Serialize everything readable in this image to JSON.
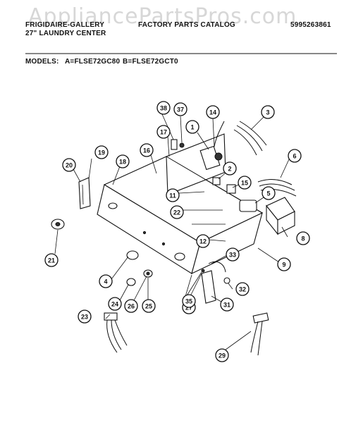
{
  "watermark": "AppliancePartsPros.com",
  "header": {
    "brand_line1": "FRIGIDAIRE-GALLERY",
    "brand_line2": "27\" LAUNDRY CENTER",
    "catalog_title": "FACTORY PARTS CATALOG",
    "catalog_number": "5995263861",
    "models_label": "MODELS:",
    "model_a": "A=FLSE72GC80",
    "model_b": "B=FLSE72GCT0"
  },
  "callouts": [
    "1",
    "2",
    "3",
    "4",
    "5",
    "6",
    "8",
    "9",
    "11",
    "12",
    "14",
    "15",
    "16",
    "17",
    "18",
    "19",
    "20",
    "21",
    "22",
    "23",
    "24",
    "25",
    "26",
    "27",
    "29",
    "31",
    "32",
    "33",
    "35",
    "37",
    "38"
  ]
}
